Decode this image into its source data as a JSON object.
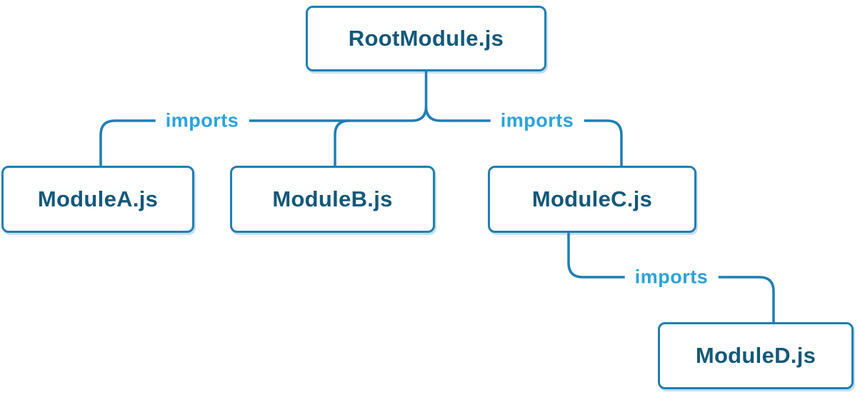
{
  "diagram": {
    "title": "module-import-dependency-tree",
    "nodes": [
      {
        "id": "root",
        "label": "RootModule.js"
      },
      {
        "id": "moduleA",
        "label": "ModuleA.js"
      },
      {
        "id": "moduleB",
        "label": "ModuleB.js"
      },
      {
        "id": "moduleC",
        "label": "ModuleC.js"
      },
      {
        "id": "moduleD",
        "label": "ModuleD.js"
      }
    ],
    "edges": [
      {
        "from": "RootModule.js",
        "to": "ModuleA.js",
        "label": "imports"
      },
      {
        "from": "RootModule.js",
        "to": "ModuleB.js",
        "label": ""
      },
      {
        "from": "RootModule.js",
        "to": "ModuleC.js",
        "label": "imports"
      },
      {
        "from": "ModuleC.js",
        "to": "ModuleD.js",
        "label": "imports"
      }
    ],
    "colors": {
      "node_border": "#1e7fb3",
      "node_text": "#14587a",
      "edge_line": "#1e7fb3",
      "edge_label_text": "#2ba2db",
      "background": "#ffffff"
    }
  }
}
